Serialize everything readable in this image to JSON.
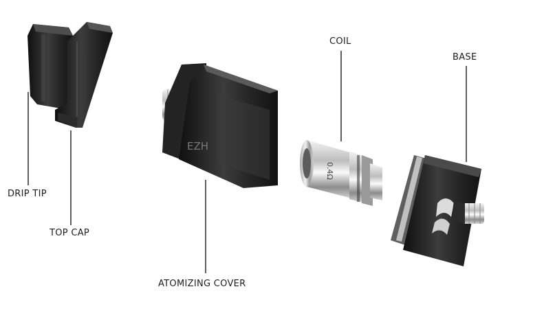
{
  "labels": {
    "drip_tip": "DRIP TIP",
    "top_cap": "TOP CAP",
    "atomizing_cover": "ATOMIZING COVER",
    "coil": "COIL",
    "base": "BASE"
  },
  "engravings": {
    "cover_mark": "EZH",
    "coil_mark": "0.4Ω"
  },
  "colors": {
    "plastic_dark": "#1a1a1a",
    "plastic_mid": "#3a3a3a",
    "metal_light": "#e2e2e2",
    "metal_dark": "#7a7a7a",
    "leader_line": "#2a2a2a",
    "label_text": "#1c1c1c"
  }
}
